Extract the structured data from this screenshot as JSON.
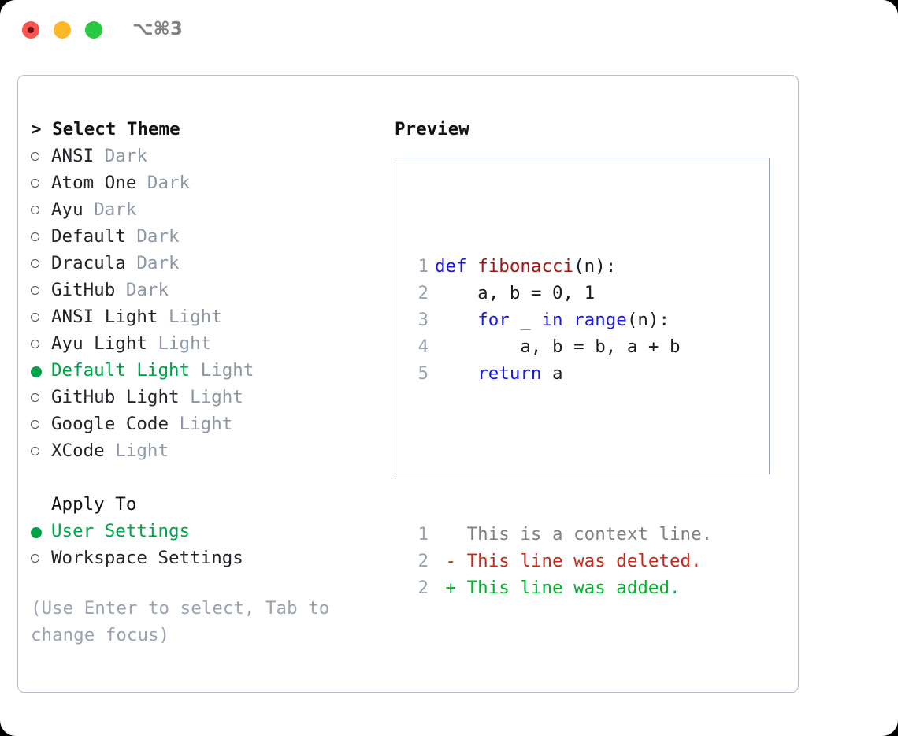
{
  "window": {
    "shortcut": "⌥⌘3",
    "traffic_lights": [
      "close-button",
      "minimize-button",
      "maximize-button"
    ]
  },
  "theme_selector": {
    "header": "> Select Theme",
    "items": [
      {
        "marker": "hollow",
        "name": "ANSI",
        "variant": "Dark",
        "selected": false
      },
      {
        "marker": "hollow",
        "name": "Atom One",
        "variant": "Dark",
        "selected": false
      },
      {
        "marker": "hollow",
        "name": "Ayu",
        "variant": "Dark",
        "selected": false
      },
      {
        "marker": "hollow",
        "name": "Default",
        "variant": "Dark",
        "selected": false
      },
      {
        "marker": "hollow",
        "name": "Dracula",
        "variant": "Dark",
        "selected": false
      },
      {
        "marker": "hollow",
        "name": "GitHub",
        "variant": "Dark",
        "selected": false
      },
      {
        "marker": "hollow",
        "name": "ANSI Light",
        "variant": "Light",
        "selected": false
      },
      {
        "marker": "hollow",
        "name": "Ayu Light",
        "variant": "Light",
        "selected": false
      },
      {
        "marker": "filled",
        "name": "Default Light",
        "variant": "Light",
        "selected": true
      },
      {
        "marker": "hollow",
        "name": "GitHub Light",
        "variant": "Light",
        "selected": false
      },
      {
        "marker": "hollow",
        "name": "Google Code",
        "variant": "Light",
        "selected": false
      },
      {
        "marker": "hollow",
        "name": "XCode",
        "variant": "Light",
        "selected": false
      }
    ]
  },
  "apply_to": {
    "label": "Apply To",
    "items": [
      {
        "marker": "filled",
        "name": "User Settings",
        "selected": true
      },
      {
        "marker": "hollow",
        "name": "Workspace Settings",
        "selected": false
      }
    ]
  },
  "hint": "(Use Enter to select, Tab to change focus)",
  "preview": {
    "title": "Preview",
    "code_lines": [
      {
        "no": "1",
        "tokens": [
          {
            "t": "def ",
            "c": "kw"
          },
          {
            "t": "fibonacci",
            "c": "fn"
          },
          {
            "t": "(n):",
            "c": "plain"
          }
        ]
      },
      {
        "no": "2",
        "tokens": [
          {
            "t": "    a, b = 0, 1",
            "c": "plain"
          }
        ]
      },
      {
        "no": "3",
        "tokens": [
          {
            "t": "    ",
            "c": "plain"
          },
          {
            "t": "for",
            "c": "kw"
          },
          {
            "t": " _ ",
            "c": "plain"
          },
          {
            "t": "in",
            "c": "kw"
          },
          {
            "t": " ",
            "c": "plain"
          },
          {
            "t": "range",
            "c": "kw"
          },
          {
            "t": "(n):",
            "c": "plain"
          }
        ]
      },
      {
        "no": "4",
        "tokens": [
          {
            "t": "        a, b = b, a + b",
            "c": "plain"
          }
        ]
      },
      {
        "no": "5",
        "tokens": [
          {
            "t": "    ",
            "c": "plain"
          },
          {
            "t": "return",
            "c": "kw"
          },
          {
            "t": " a",
            "c": "plain"
          }
        ]
      }
    ],
    "diff_lines": [
      {
        "no": "1",
        "tokens": [
          {
            "t": "   This is a context line.",
            "c": "ctx"
          }
        ]
      },
      {
        "no": "2",
        "tokens": [
          {
            "t": " - This line was deleted.",
            "c": "del"
          }
        ]
      },
      {
        "no": "2",
        "tokens": [
          {
            "t": " + This line was added.",
            "c": "add"
          }
        ]
      }
    ]
  },
  "colors": {
    "accent_green": "#00a347",
    "muted": "#8d97a5",
    "keyword_blue": "#1919e6",
    "function_red": "#a31515",
    "diff_add": "#00b32c",
    "diff_del": "#c42b1c",
    "border": "#93a0af"
  }
}
